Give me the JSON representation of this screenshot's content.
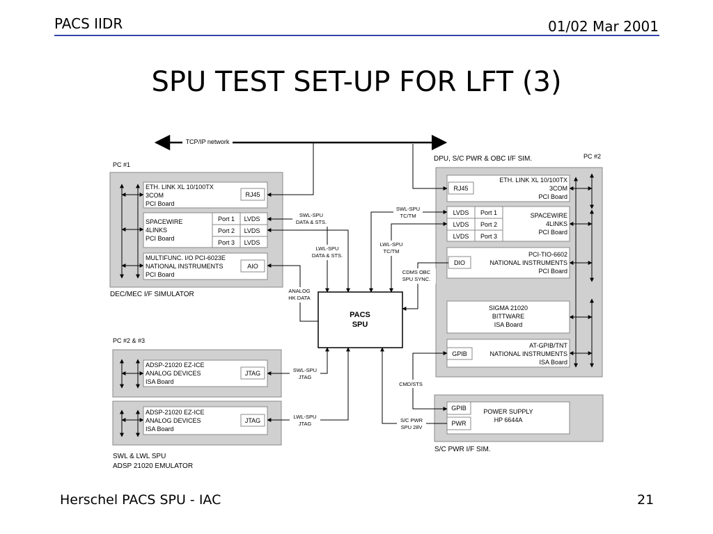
{
  "header": {
    "left": "PACS IIDR",
    "right": "01/02 Mar 2001"
  },
  "title": "SPU TEST SET-UP FOR LFT (3)",
  "footer": {
    "left": "Herschel PACS SPU - IAC",
    "page": "21"
  },
  "diagram": {
    "network": "TCP/IP network",
    "pc1": {
      "label": "PC #1",
      "caption": "DEC/MEC I/F SIMULATOR",
      "eth": {
        "l1": "ETH. LINK XL 10/100TX",
        "l2": "3COM",
        "l3": "PCI Board",
        "port": "RJ45"
      },
      "spw": {
        "l1": "SPACEWIRE",
        "l2": "4LINKS",
        "l3": "PCI Board",
        "ports": [
          "Port 1",
          "Port 2",
          "Port 3"
        ],
        "lvds": [
          "LVDS",
          "LVDS",
          "LVDS"
        ]
      },
      "mf": {
        "l1": "MULTIFUNC. I/O PCI-6023E",
        "l2": "NATIONAL INSTRUMENTS",
        "l3": "PCI Board",
        "port": "AIO"
      }
    },
    "pc23": {
      "label": "PC #2 & #3",
      "caption1": "SWL & LWL SPU",
      "caption2": "ADSP 21020 EMULATOR",
      "ice1": {
        "l1": "ADSP-21020 EZ-ICE",
        "l2": "ANALOG DEVICES",
        "l3": "ISA Board",
        "port": "JTAG"
      },
      "ice2": {
        "l1": "ADSP-21020 EZ-ICE",
        "l2": "ANALOG DEVICES",
        "l3": "ISA Board",
        "port": "JTAG"
      }
    },
    "pc2": {
      "label": "PC #2",
      "caption": "DPU, S/C PWR & OBC I/F SIM.",
      "eth": {
        "l1": "ETH. LINK XL 10/100TX",
        "l2": "3COM",
        "l3": "PCI Board",
        "port": "RJ45"
      },
      "spw": {
        "l1": "SPACEWIRE",
        "l2": "4LINKS",
        "l3": "PCI Board",
        "ports": [
          "Port 1",
          "Port 2",
          "Port 3"
        ],
        "lvds": [
          "LVDS",
          "LVDS",
          "LVDS"
        ]
      },
      "tio": {
        "l1": "PCI-TIO-6602",
        "l2": "NATIONAL INSTRUMENTS",
        "l3": "PCI Board",
        "port": "DIO"
      },
      "sigma": {
        "l1": "SIGMA 21020",
        "l2": "BITTWARE",
        "l3": "ISA Board"
      },
      "gpib": {
        "l1": "AT-GPIB/TNT",
        "l2": "NATIONAL INSTRUMENTS",
        "l3": "ISA Board",
        "port": "GPIB"
      }
    },
    "psu": {
      "caption": "S/C PWR I/F SIM.",
      "l1": "POWER SUPPLY",
      "l2": "HP 6644A",
      "gpib": "GPIB",
      "pwr": "PWR"
    },
    "spu": {
      "l1": "PACS",
      "l2": "SPU"
    },
    "links": {
      "swl_data": [
        "SWL-SPU",
        "DATA & STS."
      ],
      "lwl_data": [
        "LWL-SPU",
        "DATA & STS."
      ],
      "analog": [
        "ANALOG",
        "HK DATA"
      ],
      "swl_tc": [
        "SWL-SPU",
        "TC/TM"
      ],
      "lwl_tc": [
        "LWL-SPU",
        "TC/TM"
      ],
      "cdms": [
        "CDMS OBC",
        "SPU SYNC."
      ],
      "swl_jtag": [
        "SWL-SPU",
        "JTAG"
      ],
      "lwl_jtag": [
        "LWL-SPU",
        "JTAG"
      ],
      "cmd": "CMD/STS",
      "scpwr": [
        "S/C PWR",
        "SPU 28V"
      ]
    }
  }
}
